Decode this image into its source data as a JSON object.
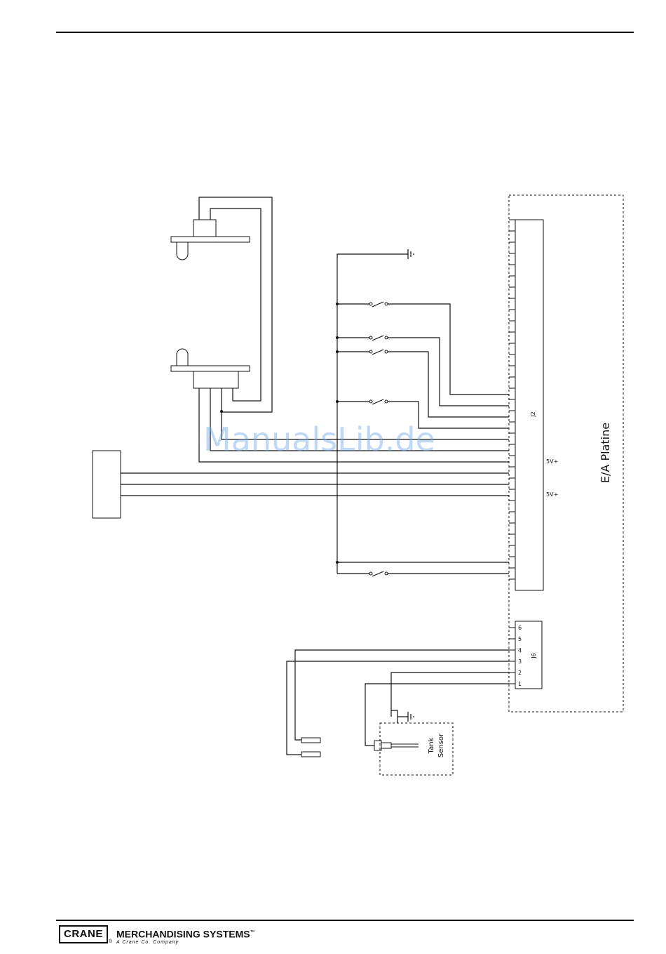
{
  "diagram": {
    "board_label": "E/A Platine",
    "connector_j2": "J2",
    "connector_j6": "J6",
    "label_5v_a": "5V+",
    "label_5v_b": "5V+",
    "j6_pins": [
      "6",
      "5",
      "4",
      "3",
      "2",
      "1"
    ],
    "sensor_line1": "Tank",
    "sensor_line2": "Sensor"
  },
  "watermark": "ManualsLib.de",
  "footer": {
    "brand": "CRANE",
    "reg": "®",
    "division": "MERCHANDISING SYSTEMS",
    "tm": "™",
    "tagline": "A Crane Co. Company"
  }
}
